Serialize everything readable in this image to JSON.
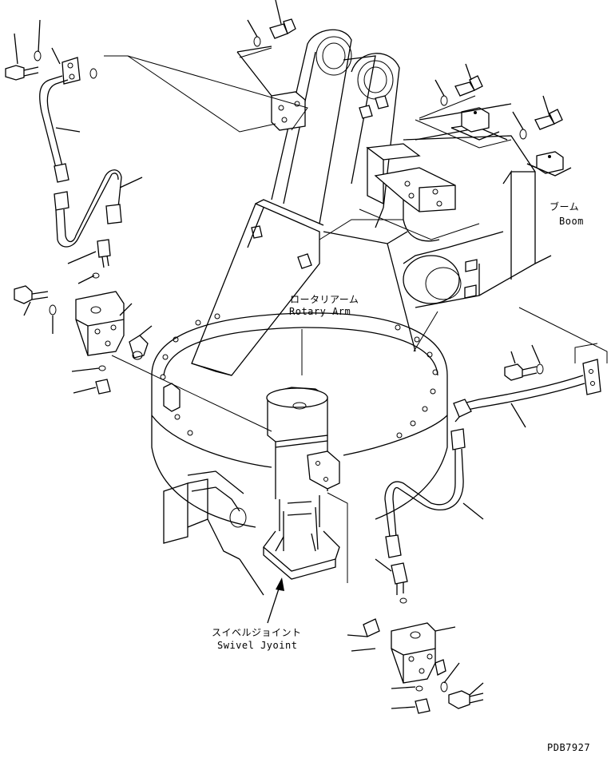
{
  "labels": {
    "boom_jp": "ブーム",
    "boom_en": "Boom",
    "rotary_arm_jp": "ロータリアーム",
    "rotary_arm_en": "Rotary Arm",
    "swivel_joint_jp": "スイベルジョイント",
    "swivel_joint_en": "Swivel Jyoint",
    "drawing_code": "PDB7927"
  }
}
